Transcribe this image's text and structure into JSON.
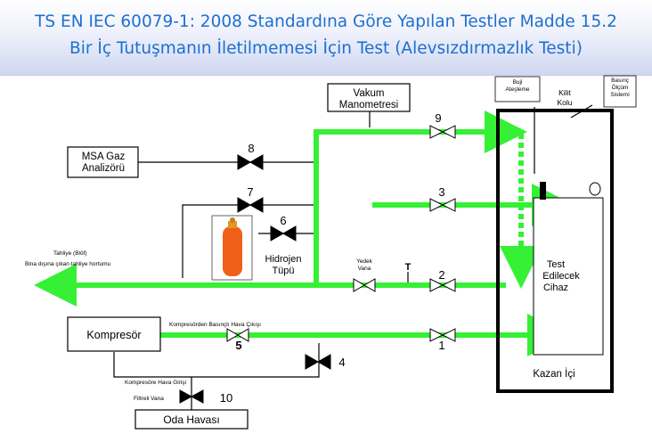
{
  "title": {
    "line1": "TS EN IEC 60079-1: 2008 Standardına Göre Yapılan Testler Madde 15.2",
    "line2": "Bir İç Tutuşmanın İletilmemesi İçin Test (Alevsızdırmazlık Testi)"
  },
  "colors": {
    "title_text": "#1e6fd0",
    "pipe_green": "#35f035",
    "line_black": "#000000"
  },
  "boxes": {
    "vakum": [
      "Vakum",
      "Manometresi"
    ],
    "msa": [
      "MSA Gaz",
      "Analizörü"
    ],
    "kompresor": "Kompresör",
    "oda": "Oda Havası",
    "buji": [
      "Buji",
      "Ateşleme"
    ],
    "basinc": [
      "Basınç",
      "Ölçüm",
      "Sistemi"
    ]
  },
  "labels": {
    "kilit_kolu": [
      "Kilit",
      "Kolu"
    ],
    "hidrojen": [
      "Hidrojen",
      "Tüpü"
    ],
    "test_cihaz": [
      "Test",
      "Edilecek",
      "Cihaz"
    ],
    "kazan": "Kazan İçi",
    "tahliye": "Tahliye (Blöf)",
    "bina_disina": "Bina dışına çıkan tahliye hortumu",
    "yedek_vana": [
      "Yedek",
      "Vana"
    ],
    "t_mark": "T",
    "komp_basincli": "Kompresörden Basınçlı Hava Çıkışı",
    "komp_giris": "Kompresöre Hava Girişi",
    "filtreli": "Filtreli Vana"
  },
  "valves": {
    "v1": "1",
    "v2": "2",
    "v3": "3",
    "v4": "4",
    "v5": "5",
    "v6": "6",
    "v7": "7",
    "v8": "8",
    "v9": "9",
    "v10": "10"
  }
}
